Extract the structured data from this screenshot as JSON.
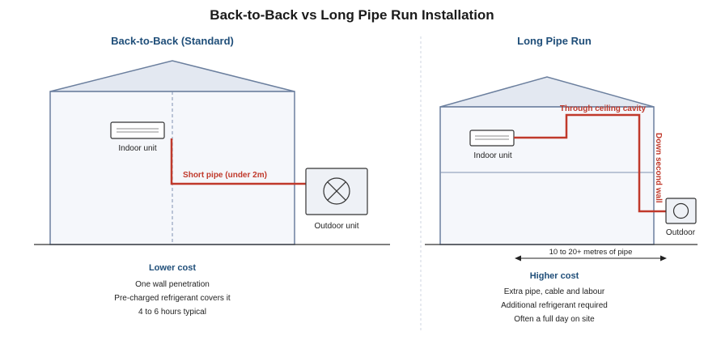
{
  "title": "Back-to-Back vs Long Pipe Run Installation",
  "left_panel": {
    "heading": "Back-to-Back (Standard)",
    "indoor_label": "Indoor unit",
    "outdoor_label": "Outdoor unit",
    "pipe_label": "Short pipe (under 2m)",
    "cost_heading": "Lower cost",
    "cost_items": [
      "One wall penetration",
      "Pre-charged refrigerant covers it",
      "4 to 6 hours typical"
    ]
  },
  "right_panel": {
    "heading": "Long Pipe Run",
    "indoor_label": "Indoor unit",
    "outdoor_label": "Outdoor",
    "ceiling_label": "Through ceiling cavity",
    "wall_label": "Down second wall",
    "distance_label": "10 to 20+ metres of pipe",
    "cost_heading": "Higher cost",
    "cost_items": [
      "Extra pipe, cable and labour",
      "Additional refrigerant required",
      "Often a full day on site"
    ]
  },
  "colors": {
    "pipe": "#c0392b",
    "building_fill": "#f5f7fb",
    "building_stroke": "#6b7f9e",
    "roof_fill": "#e3e8f1",
    "heading": "#1f4e79"
  }
}
